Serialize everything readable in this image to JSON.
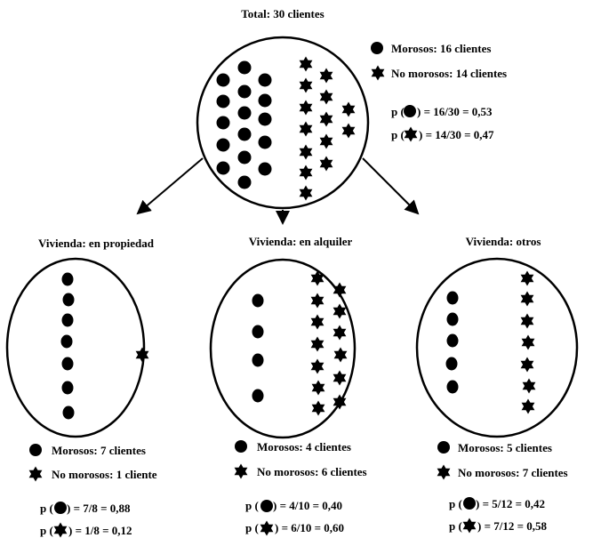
{
  "colors": {
    "ink": "#000000",
    "background": "#ffffff"
  },
  "total": {
    "title": "Total: 30 clientes",
    "legend_morosos": "Morosos: 16 clientes",
    "legend_no_morosos": "No morosos: 14 clientes",
    "p_prefix": "p (",
    "p_morosos": ") = 16/30 = 0,53",
    "p_no_morosos": ") = 14/30 = 0,47",
    "drawn_dots": 16,
    "drawn_stars": 14
  },
  "groups": [
    {
      "title": "Vivienda: en propiedad",
      "legend_morosos": "Morosos: 7 clientes",
      "legend_no_morosos": "No morosos: 1 cliente",
      "p_prefix": "p (",
      "p_morosos": ") = 7/8 = 0,88",
      "p_no_morosos": ") = 1/8 = 0,12",
      "drawn_dots": 7,
      "drawn_stars": 1
    },
    {
      "title": "Vivienda: en alquiler",
      "legend_morosos": "Morosos: 4 clientes",
      "legend_no_morosos": "No morosos: 6 clientes",
      "p_prefix": "p (",
      "p_morosos": ") = 4/10 = 0,40",
      "p_no_morosos": ") = 6/10 = 0,60",
      "drawn_dots": 4,
      "drawn_stars": 13
    },
    {
      "title": "Vivienda: otros",
      "legend_morosos": "Morosos: 5 clientes",
      "legend_no_morosos": "No morosos: 7 clientes",
      "p_prefix": "p (",
      "p_morosos": ") = 5/12 = 0,42",
      "p_no_morosos": ") = 7/12 = 0,58",
      "drawn_dots": 5,
      "drawn_stars": 7
    }
  ]
}
